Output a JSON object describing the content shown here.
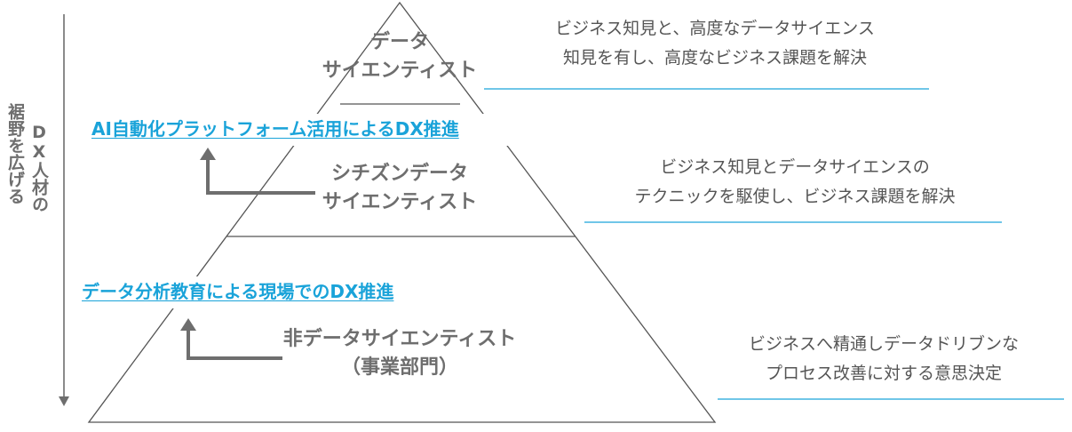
{
  "axis": {
    "label_line1": "DX人材の",
    "label_line2": "裾野を広げる"
  },
  "tiers": {
    "top": {
      "line1": "データ",
      "line2": "サイエンティスト",
      "desc_line1": "ビジネス知見と、高度なデータサイエンス",
      "desc_line2": "知見を有し、高度なビジネス課題を解決"
    },
    "middle": {
      "line1": "シチズンデータ",
      "line2": "サイエンティスト",
      "desc_line1": "ビジネス知見とデータサイエンスの",
      "desc_line2": "テクニックを駆使し、ビジネス課題を解決"
    },
    "bottom": {
      "line1": "非データサイエンティスト",
      "line2": "（事業部門）",
      "desc_line1": "ビジネスへ精通しデータドリブンな",
      "desc_line2": "プロセス改善に対する意思決定"
    }
  },
  "initiatives": {
    "upper": "AI自動化プラットフォーム活用によるDX推進",
    "lower": "データ分析教育による現場でのDX推進"
  },
  "colors": {
    "outline": "#555555",
    "accent": "#1aa3d9",
    "arrow": "#6e6e6e",
    "text": "#555555"
  }
}
